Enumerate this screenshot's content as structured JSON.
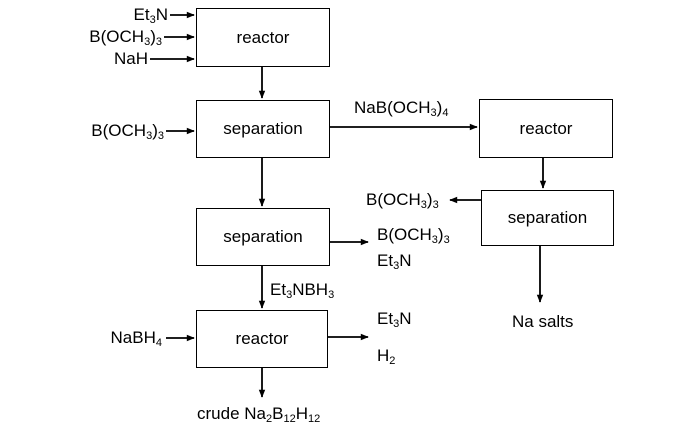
{
  "boxes": {
    "reactor1": "reactor",
    "separation1": "separation",
    "separation2": "separation",
    "reactor2": "reactor",
    "reactor3": "reactor",
    "separation3": "separation"
  },
  "labels": {
    "et3n": {
      "main": "Et",
      "sub1": "3",
      "tail": "N"
    },
    "bome3_in1": {
      "main": "B(OCH",
      "sub1": "3",
      "tail": ")",
      "sub2": "3"
    },
    "nah": "NaH",
    "bome3_in2": {
      "main": "B(OCH",
      "sub1": "3",
      "tail": ")",
      "sub2": "3"
    },
    "nabome4": {
      "main": "NaB(OCH",
      "sub1": "3",
      "tail": ")",
      "sub2": "4"
    },
    "bome3_out_right": {
      "main": "B(OCH",
      "sub1": "3",
      "tail": ")",
      "sub2": "3"
    },
    "bome3_out_mid": {
      "main": "B(OCH",
      "sub1": "3",
      "tail": ")",
      "sub2": "3"
    },
    "et3n_out_mid": {
      "main": "Et",
      "sub1": "3",
      "tail": "N"
    },
    "na_salts": "Na salts",
    "et3nbh3": {
      "main": "Et",
      "sub1": "3",
      "tail": "NBH",
      "sub2": "3"
    },
    "nabh4": {
      "main": "NaBH",
      "sub1": "4"
    },
    "et3n_out_low": {
      "main": "Et",
      "sub1": "3",
      "tail": "N"
    },
    "h2": {
      "main": "H",
      "sub1": "2"
    },
    "crude": {
      "main": "crude Na",
      "sub1": "2",
      "tail": "B",
      "sub2": "12",
      "tail2": "H",
      "sub3": "12"
    }
  }
}
